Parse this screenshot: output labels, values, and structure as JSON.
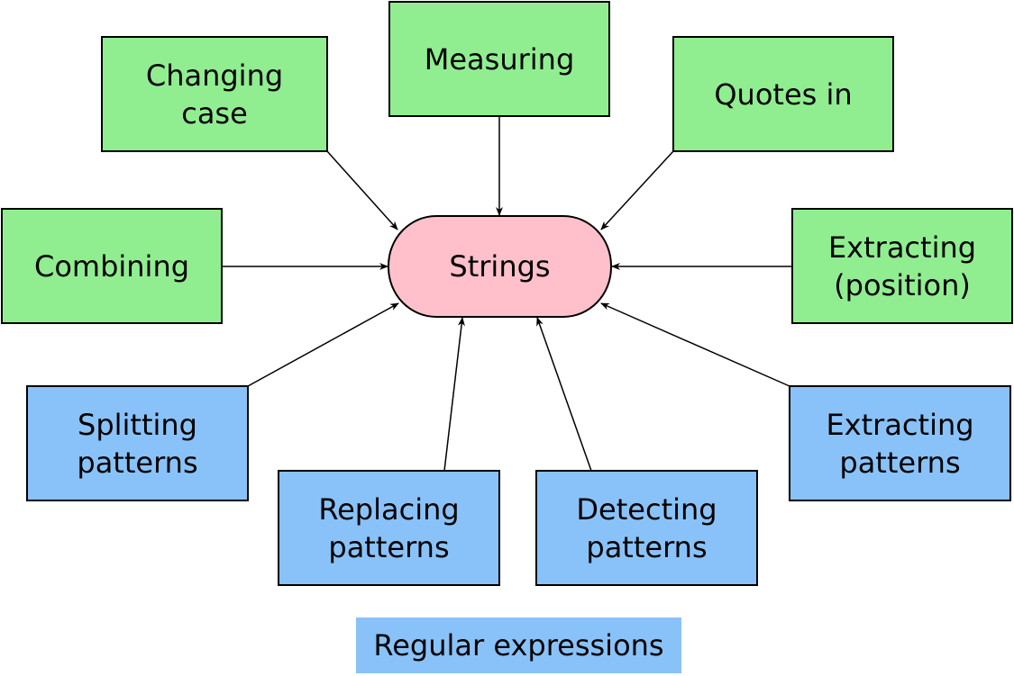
{
  "center": {
    "label": "Strings"
  },
  "topics": {
    "changing_case": "Changing\ncase",
    "measuring": "Measuring",
    "quotes_in": "Quotes in",
    "combining": "Combining",
    "extracting_position": "Extracting\n(position)"
  },
  "regex_topics": {
    "splitting": "Splitting\npatterns",
    "replacing": "Replacing\npatterns",
    "detecting": "Detecting\npatterns",
    "extracting": "Extracting\npatterns"
  },
  "legend": {
    "label": "Regular expressions"
  },
  "colors": {
    "green_node": "#90ee90",
    "blue_node": "#89c2f8",
    "center_node": "#ffc0cb"
  }
}
